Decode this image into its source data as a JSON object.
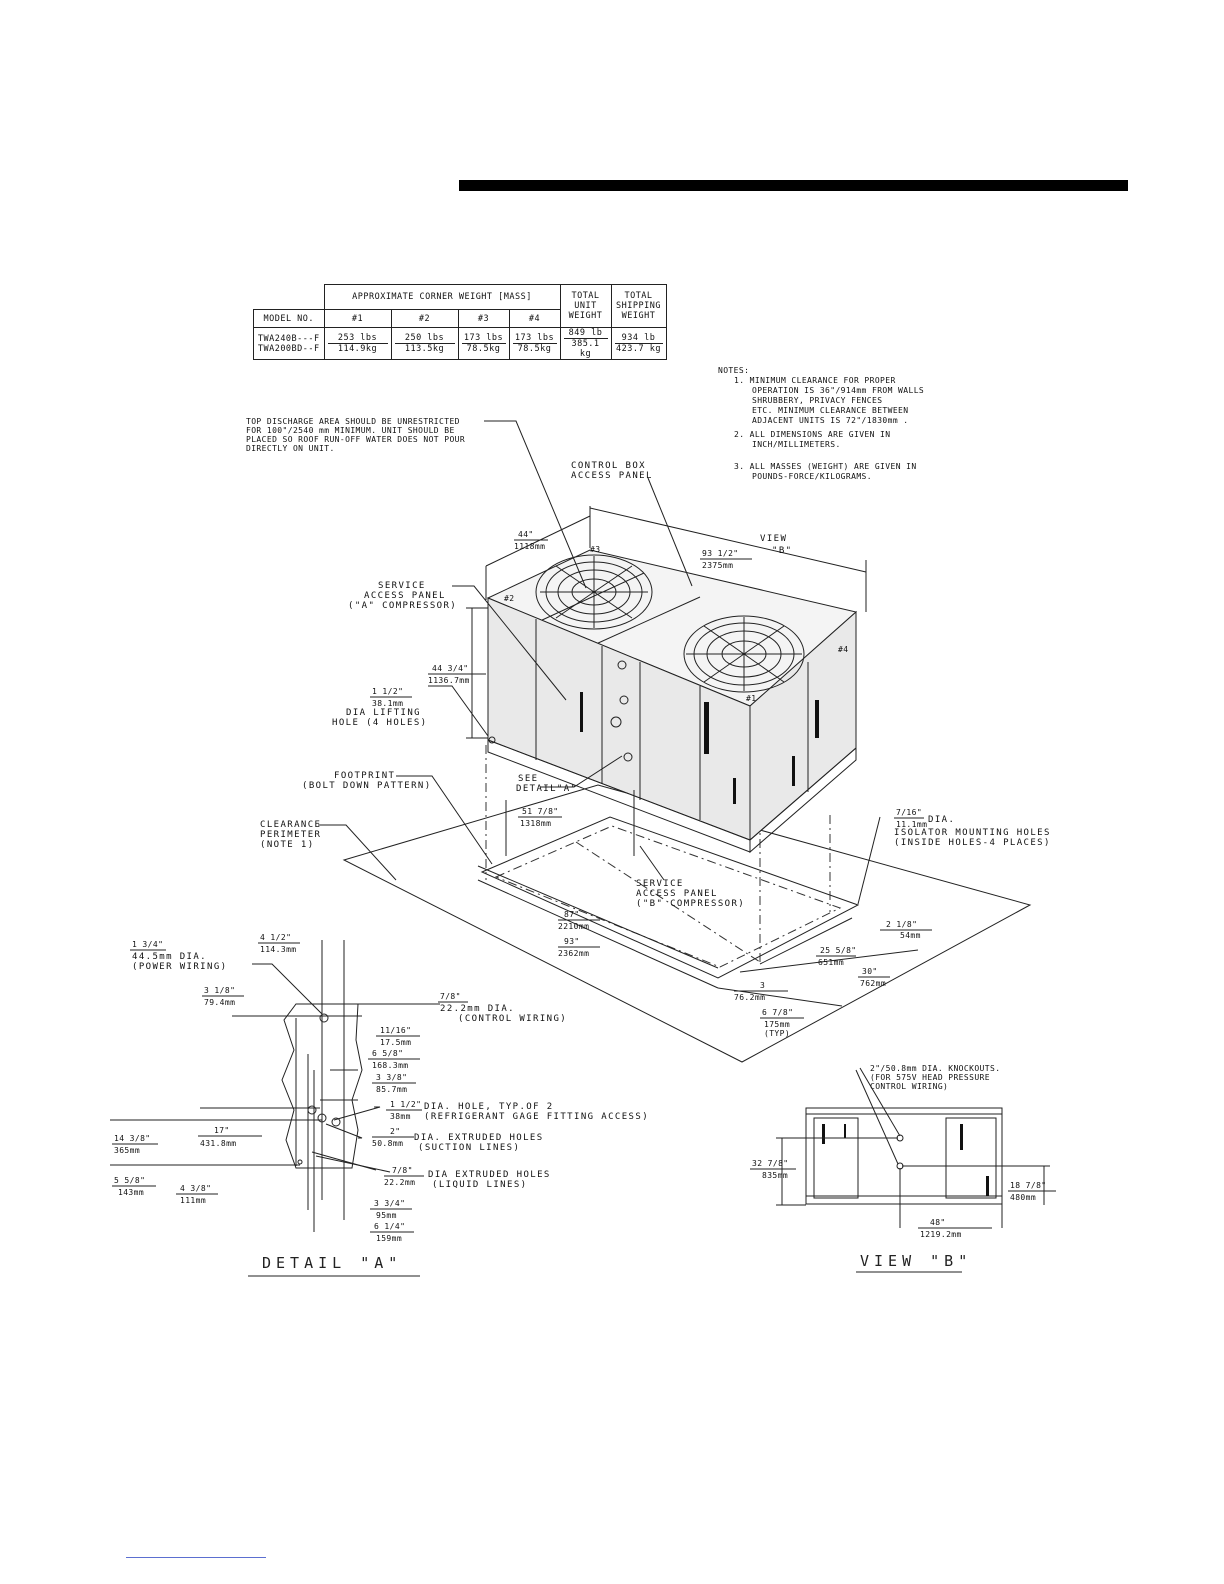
{
  "table": {
    "header_corner": "APPROXIMATE CORNER WEIGHT [MASS]",
    "header_total_unit": "TOTAL UNIT WEIGHT",
    "header_total_shipping": "TOTAL SHIPPING WEIGHT",
    "col_model": "MODEL NO.",
    "col_1": "#1",
    "col_2": "#2",
    "col_3": "#3",
    "col_4": "#4",
    "model_a": "TWA240B---F",
    "model_b": "TWA200BD--F",
    "w1_lb": "253 lbs",
    "w1_kg": "114.9kg",
    "w2_lb": "250 lbs",
    "w2_kg": "113.5kg",
    "w3_lb": "173 lbs",
    "w3_kg": "78.5kg",
    "w4_lb": "173 lbs",
    "w4_kg": "78.5kg",
    "unit_lb": "849 lb",
    "unit_kg": "385.1 kg",
    "ship_lb": "934 lb",
    "ship_kg": "423.7 kg"
  },
  "notes": {
    "heading": "NOTES:",
    "n1a": "1. MINIMUM CLEARANCE FOR PROPER",
    "n1b": "OPERATION IS 36\"/914mm FROM WALLS",
    "n1c": "SHRUBBERY, PRIVACY FENCES",
    "n1d": "ETC. MINIMUM CLEARANCE BETWEEN",
    "n1e": "ADJACENT UNITS IS 72\"/1830mm .",
    "n2a": "2. ALL DIMENSIONS ARE GIVEN IN",
    "n2b": "INCH/MILLIMETERS.",
    "n3a": "3. ALL MASSES (WEIGHT) ARE GIVEN IN",
    "n3b": "POUNDS-FORCE/KILOGRAMS."
  },
  "callouts": {
    "top_discharge_1": "TOP DISCHARGE AREA SHOULD BE UNRESTRICTED",
    "top_discharge_2": "FOR 100\"/2540 mm MINIMUM. UNIT SHOULD BE",
    "top_discharge_3": "PLACED SO ROOF RUN-OFF WATER DOES NOT POUR",
    "top_discharge_4": "DIRECTLY ON UNIT.",
    "control_box_1": "CONTROL BOX",
    "control_box_2": "ACCESS PANEL",
    "view_b_1": "VIEW",
    "view_b_2": "\"B\"",
    "service_a_1": "SERVICE",
    "service_a_2": "ACCESS PANEL",
    "service_a_3": "(\"A\" COMPRESSOR)",
    "lifting_1": "DIA LIFTING",
    "lifting_2": "HOLE (4 HOLES)",
    "footprint_1": "FOOTPRINT",
    "footprint_2": "(BOLT DOWN PATTERN)",
    "see_detail_1": "SEE",
    "see_detail_2": "DETAIL\"A\"",
    "clearance_1": "CLEARANCE",
    "clearance_2": "PERIMETER",
    "clearance_3": "(NOTE 1)",
    "isolator_1": "DIA.",
    "isolator_2": "ISOLATOR MOUNTING HOLES",
    "isolator_3": "(INSIDE HOLES-4 PLACES)",
    "service_b_1": "SERVICE",
    "service_b_2": "ACCESS PANEL",
    "service_b_3": "(\"B\" COMPRESSOR)",
    "corner_1": "#1",
    "corner_2": "#2",
    "corner_3": "#3",
    "corner_4": "#4"
  },
  "dims": {
    "d44_in": "44\"",
    "d44_mm": "1118mm",
    "d93h_in": "93 1/2\"",
    "d93h_mm": "2375mm",
    "d4434_in": "44 3/4\"",
    "d4434_mm": "1136.7mm",
    "d112_in": "1 1/2\"",
    "d112_mm": "38.1mm",
    "d5178_in": "51 7/8\"",
    "d5178_mm": "1318mm",
    "d716_in": "7/16\"",
    "d716_mm": "11.1mm",
    "d87_in": "87\"",
    "d87_mm": "2210mm",
    "d93_in": "93\"",
    "d93_mm": "2362mm",
    "d218_in": "2 1/8\"",
    "d218_mm": "54mm",
    "d2558_in": "25 5/8\"",
    "d2558_mm": "651mm",
    "d30_in": "30\"",
    "d30_mm": "762mm",
    "d3_in": "3",
    "d3_mm": "76.2mm",
    "d678_in": "6 7/8\"",
    "d678_mm": "175mm",
    "d678_typ": "(TYP)"
  },
  "detail_a": {
    "title": "DETAIL \"A\"",
    "a134_in": "1 3/4\"",
    "a134_mm": "44.5mm DIA.",
    "a134_note": "(POWER WIRING)",
    "a412_in": "4 1/2\"",
    "a412_mm": "114.3mm",
    "a318_in": "3 1/8\"",
    "a318_mm": "79.4mm",
    "a78_in": "7/8\"",
    "a78_mm": "22.2mm DIA.",
    "a78_note": "(CONTROL WIRING)",
    "a1116_in": "11/16\"",
    "a1116_mm": "17.5mm",
    "a658_in": "6 5/8\"",
    "a658_mm": "168.3mm",
    "a338_in": "3 3/8\"",
    "a338_mm": "85.7mm",
    "a112_in": "1 1/2\"",
    "a112_mm": "38mm",
    "a112_note1": "DIA. HOLE, TYP.OF 2",
    "a112_note2": "(REFRIGERANT GAGE FITTING ACCESS)",
    "a17_in": "17\"",
    "a17_mm": "431.8mm",
    "a1438_in": "14 3/8\"",
    "a1438_mm": "365mm",
    "a2_in": "2\"",
    "a2_mm": "50.8mm",
    "a2_note1": "DIA. EXTRUDED HOLES",
    "a2_note2": "(SUCTION LINES)",
    "a78b_in": "7/8\"",
    "a78b_mm": "22.2mm",
    "a78b_note1": "DIA EXTRUDED HOLES",
    "a78b_note2": "(LIQUID LINES)",
    "a558_in": "5 5/8\"",
    "a558_mm": "143mm",
    "a438_in": "4 3/8\"",
    "a438_mm": "111mm",
    "a334_in": "3 3/4\"",
    "a334_mm": "95mm",
    "a614_in": "6 1/4\"",
    "a614_mm": "159mm"
  },
  "view_b": {
    "title": "VIEW \"B\"",
    "ko_1": "2\"/50.8mm DIA. KNOCKOUTS.",
    "ko_2": "(FOR 575V HEAD PRESSURE",
    "ko_3": "CONTROL WIRING)",
    "b3278_in": "32 7/8\"",
    "b3278_mm": "835mm",
    "b1878_in": "18 7/8\"",
    "b1878_mm": "480mm",
    "b48_in": "48\"",
    "b48_mm": "1219.2mm"
  }
}
